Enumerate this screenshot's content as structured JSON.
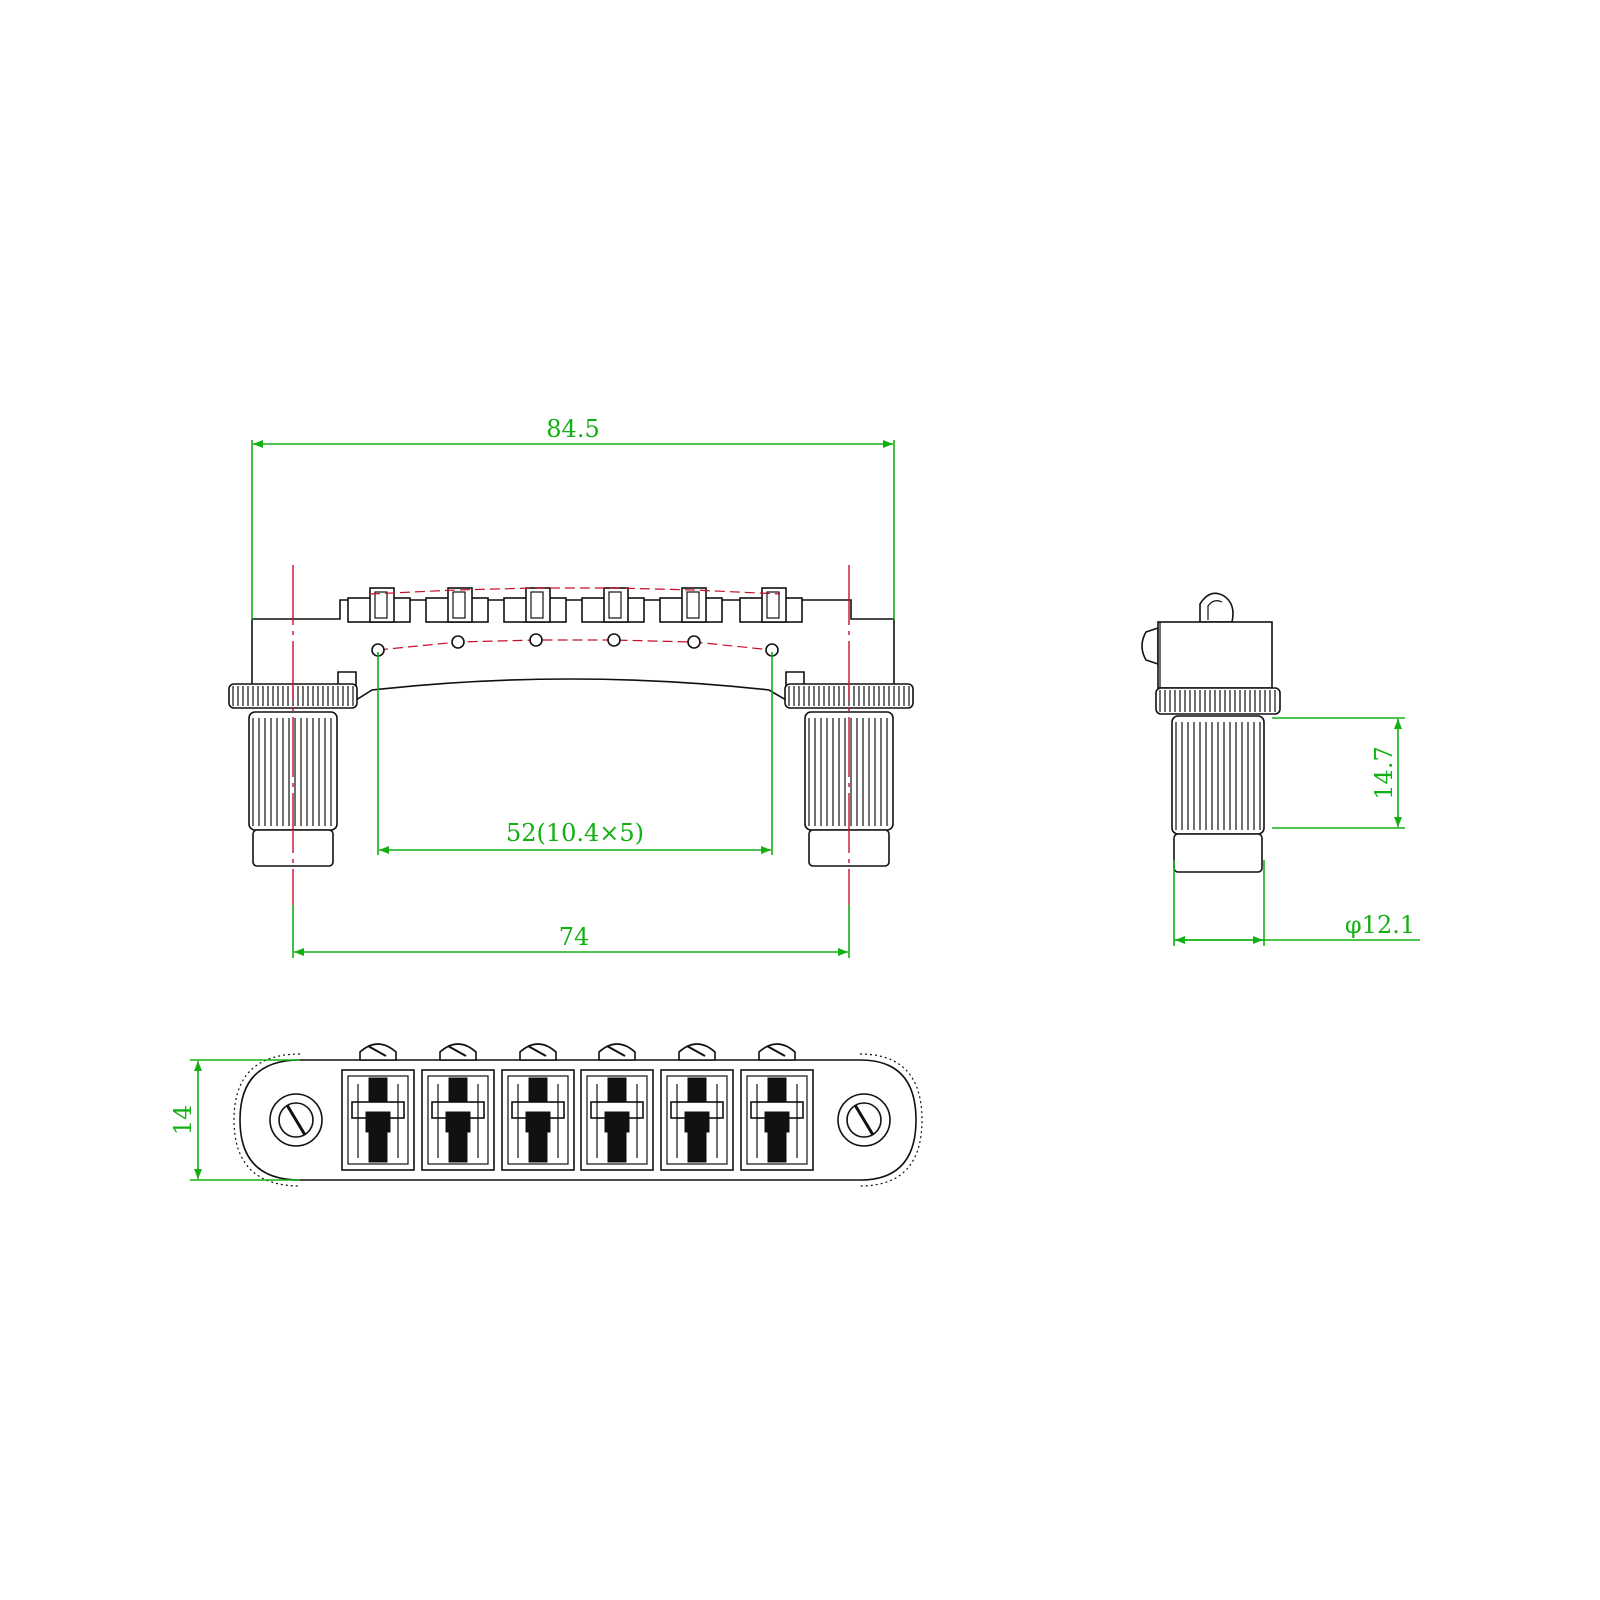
{
  "colors": {
    "dimension": "#12b012",
    "centerline": "#c8102e",
    "outline": "#111111",
    "background": "#ffffff"
  },
  "dimensions": {
    "overall_length": "84.5",
    "saddle_spacing": "52(10.4×5)",
    "post_spacing": "74",
    "post_height": "14.7",
    "post_diameter": "φ12.1",
    "body_depth": "14"
  },
  "views": [
    "front-view",
    "side-view",
    "top-view"
  ],
  "saddle_count": 6
}
